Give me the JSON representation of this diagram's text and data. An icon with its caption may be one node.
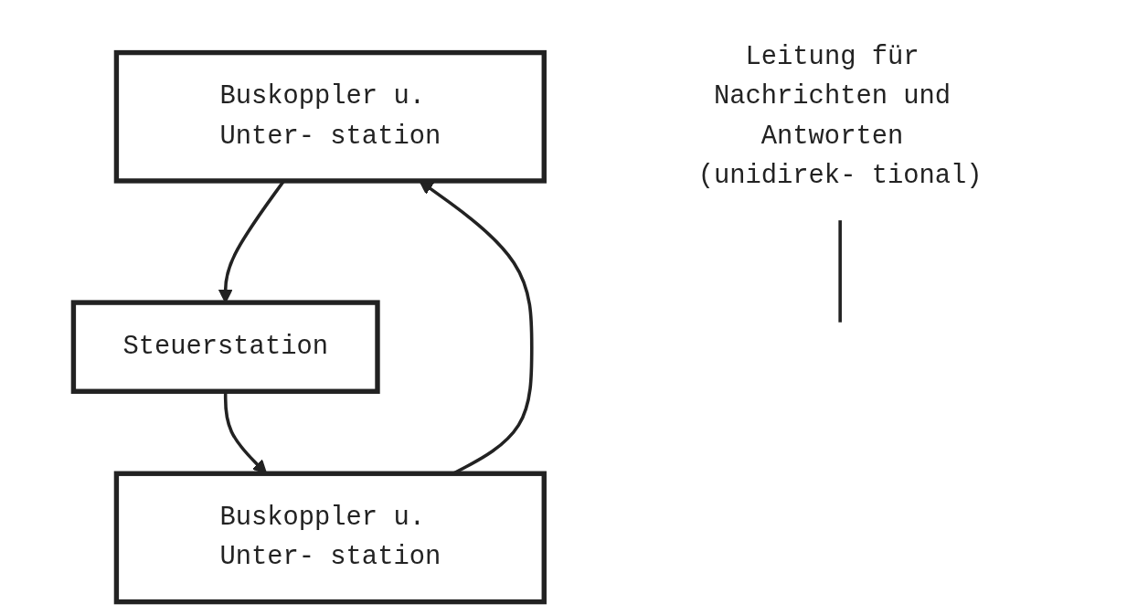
{
  "diagram": {
    "nodes": [
      {
        "text": [
          "Buskoppler u. Unter- station"
        ]
      },
      {
        "text": [
          "Buskoppler u. Unter- station"
        ]
      },
      {
        "text": [
          "Steuerstation"
        ]
      },
      {
        "text": [
          "Leitung für Nachrichten und Antworten (unidirek- tional)"
        ]
      }
    ],
    "edges": [
      {
        "from": 2,
        "to": 1,
        "arrow": "to"
      },
      {
        "from": 1,
        "to": 0,
        "arrow": "to"
      },
      {
        "from": 0,
        "to": 2,
        "arrow": "to"
      },
      {
        "from": 3,
        "to": null,
        "arrow": "none"
      }
    ]
  }
}
